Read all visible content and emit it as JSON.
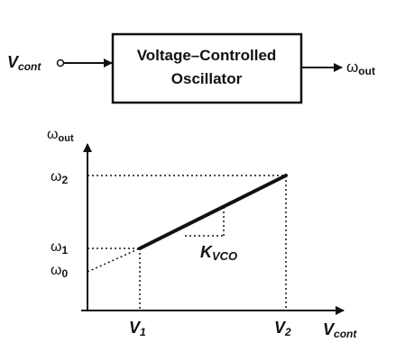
{
  "block": {
    "input_label": "V",
    "input_sub": "cont",
    "title_line1": "Voltage–Controlled",
    "title_line2": "Oscillator",
    "output_label": "ω",
    "output_sub": "out"
  },
  "graph": {
    "y_axis_label": "ω",
    "y_axis_sub": "out",
    "x_axis_label": "V",
    "x_axis_sub": "cont",
    "y_ticks": [
      {
        "label": "ω",
        "sub": "2"
      },
      {
        "label": "ω",
        "sub": "1"
      },
      {
        "label": "ω",
        "sub": "0"
      }
    ],
    "x_ticks": [
      {
        "label": "V",
        "sub": "1"
      },
      {
        "label": "V",
        "sub": "2"
      }
    ],
    "slope_label": "K",
    "slope_sub": "VCO"
  },
  "colors": {
    "ink": "#111111",
    "background": "#ffffff"
  }
}
